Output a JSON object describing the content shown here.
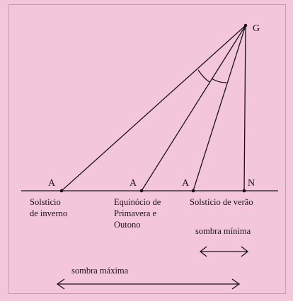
{
  "diagram": {
    "points": {
      "g": "G",
      "a_winter": "A",
      "a_equinox": "A",
      "a_summer": "A",
      "n": "N"
    },
    "labels": {
      "winter": [
        "Solstício",
        "de inverno"
      ],
      "equinox": [
        "Equinócio de",
        "Primavera e",
        "Outono"
      ],
      "summer": [
        "Solstício de verão"
      ],
      "min_shadow": "sombra mínima",
      "max_shadow": "sombra máxima"
    },
    "colors": {
      "background": "#f3c6dc",
      "ink": "#1a1216"
    }
  }
}
